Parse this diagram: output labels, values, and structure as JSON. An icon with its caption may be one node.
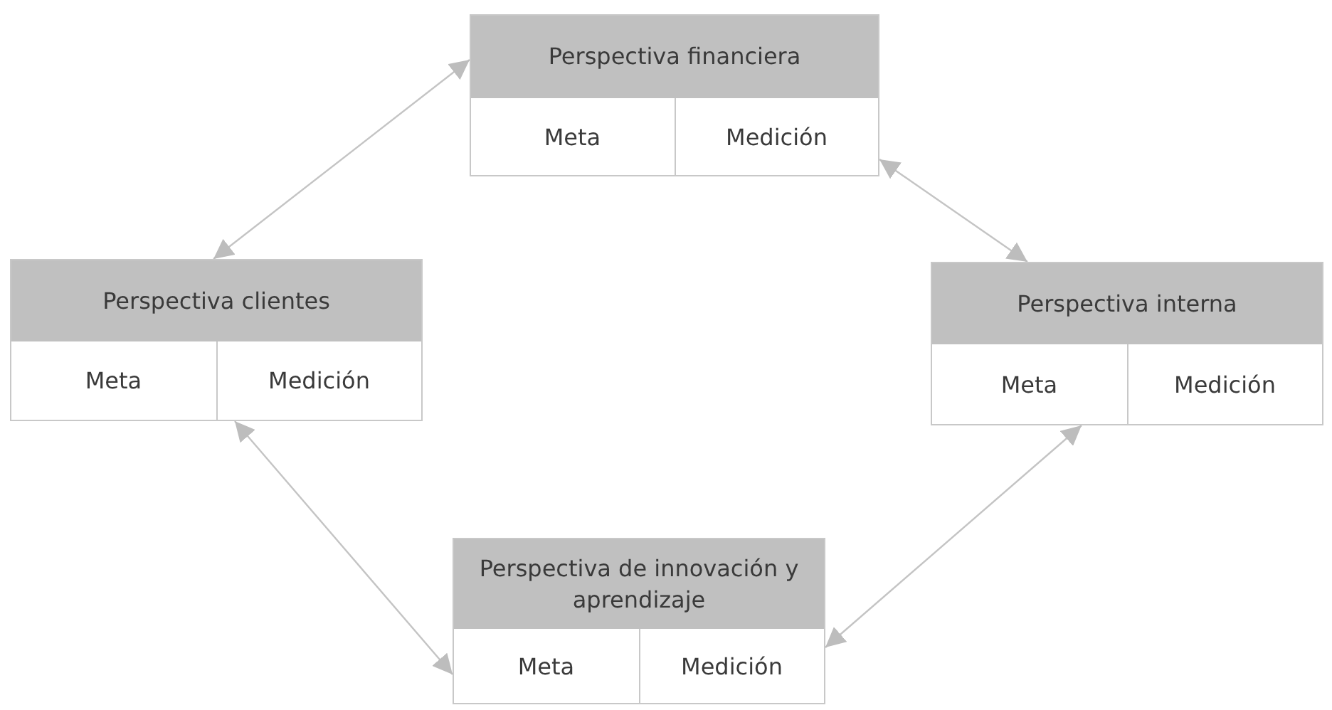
{
  "diagram": {
    "nodes": [
      {
        "text": [
          "Perspectiva financiera",
          "Meta",
          "Medición"
        ]
      },
      {
        "text": [
          "Perspectiva clientes",
          "Meta",
          "Medición"
        ]
      },
      {
        "text": [
          "Perspectiva interna",
          "Meta",
          "Medición"
        ]
      },
      {
        "text": [
          "Perspectiva de innovación y aprendizaje",
          "Meta",
          "Medición"
        ]
      }
    ],
    "edges": [
      {
        "from": 1,
        "to": 0,
        "arrow": "both"
      },
      {
        "from": 0,
        "to": 2,
        "arrow": "both"
      },
      {
        "from": 1,
        "to": 3,
        "arrow": "both"
      },
      {
        "from": 2,
        "to": 3,
        "arrow": "both"
      }
    ]
  }
}
